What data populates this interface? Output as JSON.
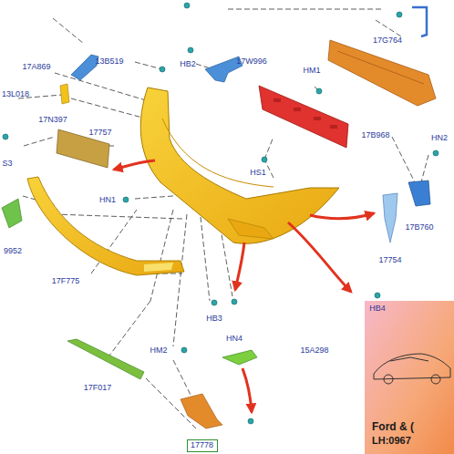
{
  "diagram": {
    "nodes": [
      {
        "text": [
          "17778"
        ]
      },
      {
        "text": [
          "Ford & (",
          "LH:0967"
        ]
      }
    ],
    "labels": [
      "17A869",
      "13B519",
      "HB2",
      "17W996",
      "17G764",
      "13L018",
      "HM1",
      "17N397",
      "17757",
      "17B968",
      "HN2",
      "S3",
      "HS1",
      "HN1",
      "9952",
      "17F775",
      "17B760",
      "17754",
      "HB4",
      "HB3",
      "HN4",
      "15A298",
      "HM2",
      "17F017"
    ]
  }
}
